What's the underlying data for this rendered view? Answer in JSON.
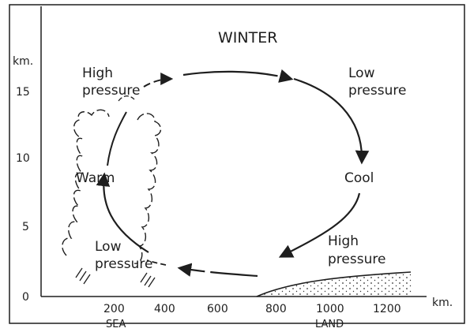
{
  "title": "WINTER",
  "y_axis": {
    "unit": "km.",
    "ticks": [
      "0",
      "5",
      "10",
      "15"
    ]
  },
  "x_axis": {
    "unit": "km.",
    "ticks": [
      "200",
      "400",
      "600",
      "800",
      "1000",
      "1200"
    ],
    "region_labels": {
      "sea": "SEA",
      "land": "LAND"
    }
  },
  "labels": {
    "high_pressure_top": {
      "line1": "High",
      "line2": "pressure"
    },
    "low_pressure_top": {
      "line1": "Low",
      "line2": "pressure"
    },
    "warm": "Warm",
    "cool": "Cool",
    "high_pressure_bottom": {
      "line1": "High",
      "line2": "pressure"
    },
    "low_pressure_bottom": {
      "line1": "Low",
      "line2": "pressure"
    }
  }
}
